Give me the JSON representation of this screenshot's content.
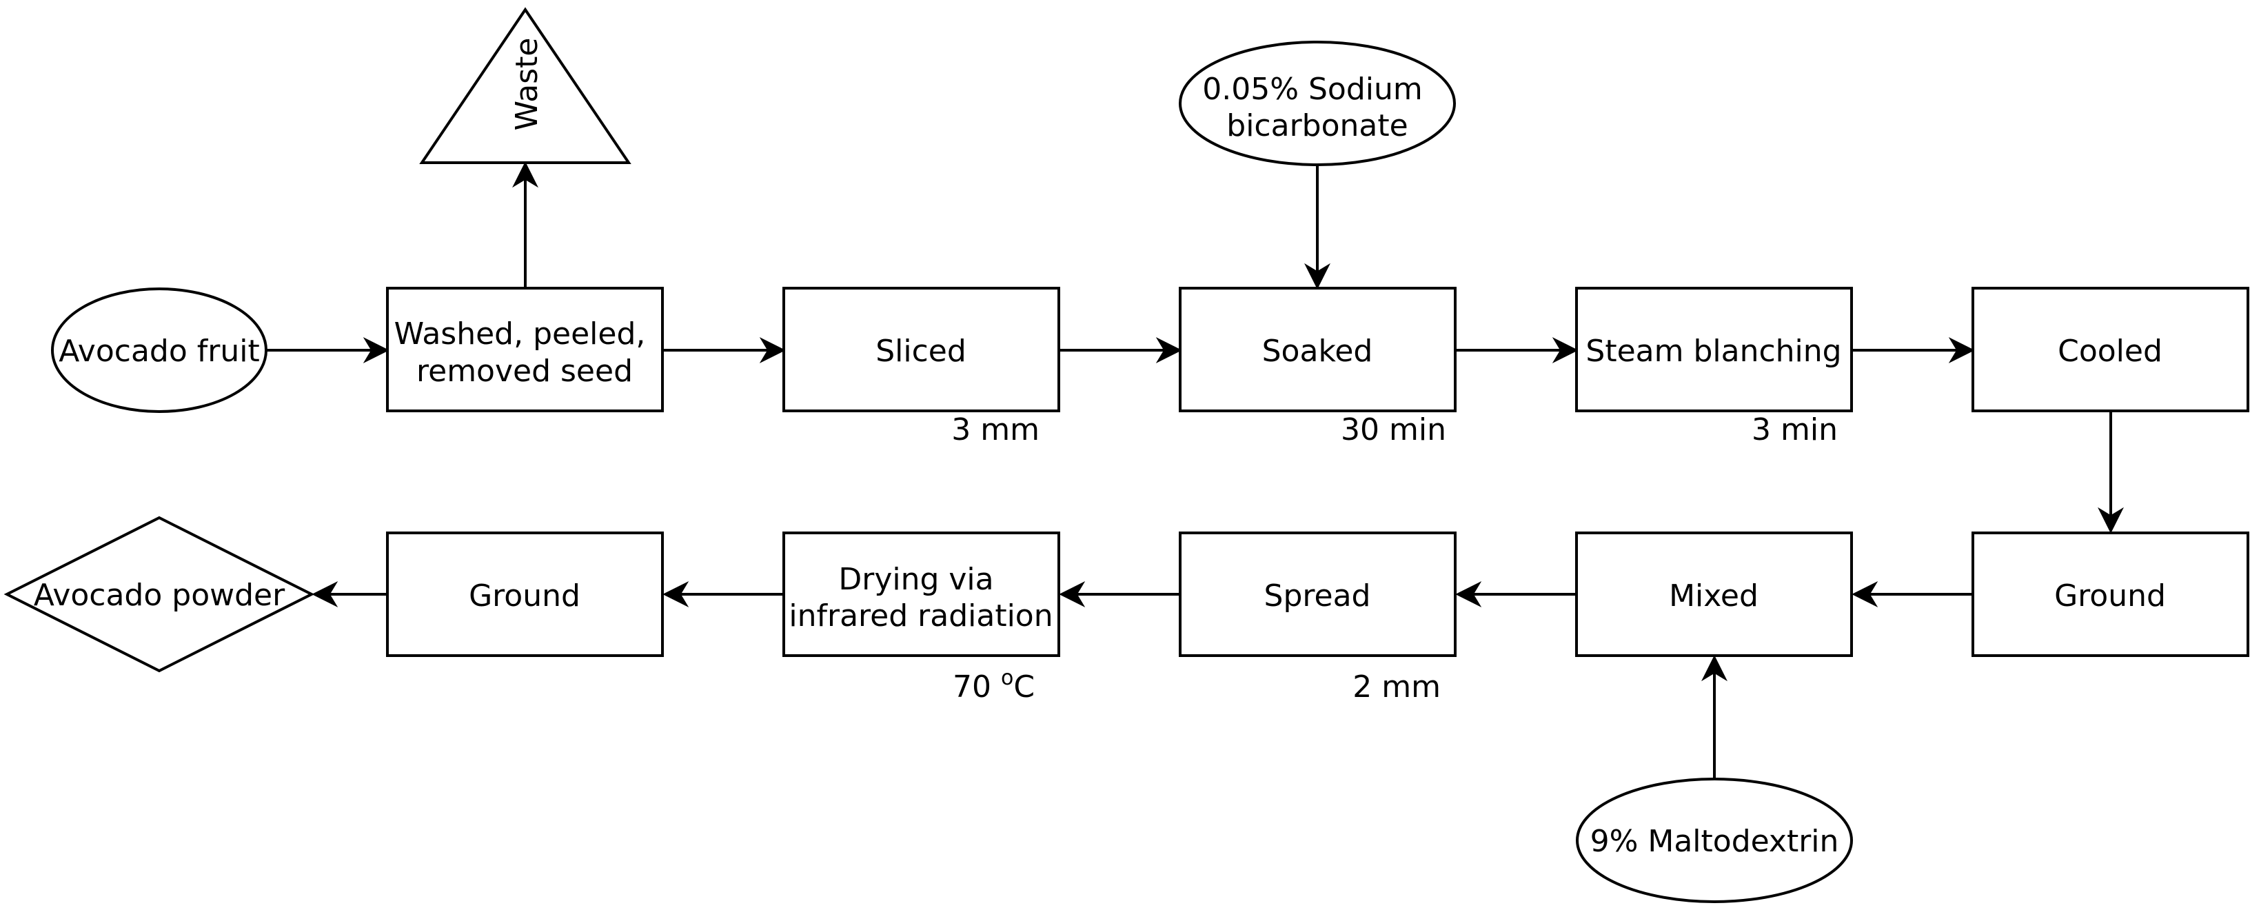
{
  "nodes": {
    "avocado_fruit": "Avocado fruit",
    "washed": [
      "Washed, peeled,",
      "removed seed"
    ],
    "waste": "Waste",
    "sliced": "Sliced",
    "sodium": [
      "0.05% Sodium",
      "bicarbonate"
    ],
    "soaked": "Soaked",
    "steam": "Steam blanching",
    "cooled": "Cooled",
    "ground_right": "Ground",
    "mixed": "Mixed",
    "maltodextrin": "9% Maltodextrin",
    "spread": "Spread",
    "drying": [
      "Drying via",
      "infrared radiation"
    ],
    "ground_left": "Ground",
    "powder": "Avocado powder"
  },
  "notes": {
    "sliced_thickness": "3 mm",
    "soak_time": "30 min",
    "blanch_time": "3 min",
    "drying_temp_value": "70 ",
    "drying_temp_degree": "o",
    "drying_temp_unit": "C",
    "spread_thickness": "2 mm"
  }
}
